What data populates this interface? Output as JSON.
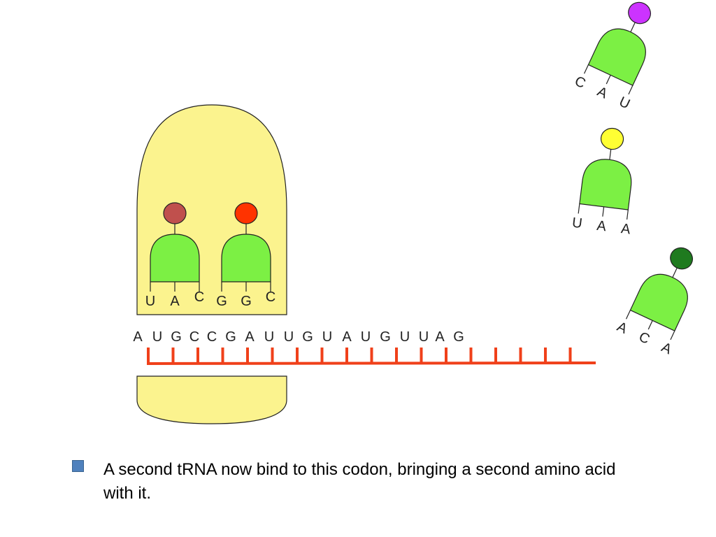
{
  "colors": {
    "ribosome": "#fbf38e",
    "trna_body": "#7cf044",
    "mrna": "#f0401a",
    "bullet": "#4f81bd"
  },
  "mrna": {
    "letters": [
      "A",
      "U",
      "G",
      "C",
      "C",
      "G",
      "A",
      "U",
      "U",
      "G",
      "U",
      "A",
      "U",
      "G",
      "U",
      "U",
      "A",
      "G"
    ]
  },
  "bound_trnas": [
    {
      "anticodon": [
        "U",
        "A",
        "C"
      ],
      "amino_color": "#c0504d"
    },
    {
      "anticodon": [
        "G",
        "G",
        "C"
      ],
      "amino_color": "#ff3300"
    }
  ],
  "free_trnas": [
    {
      "anticodon": [
        "C",
        "A",
        "U"
      ],
      "amino_color": "#cc33ff"
    },
    {
      "anticodon": [
        "U",
        "A",
        "A"
      ],
      "amino_color": "#ffff33"
    },
    {
      "anticodon": [
        "A",
        "C",
        "A"
      ],
      "amino_color": "#1f7a1f"
    }
  ],
  "caption": {
    "text": "A second tRNA now bind to this codon, bringing a second amino acid with it."
  }
}
